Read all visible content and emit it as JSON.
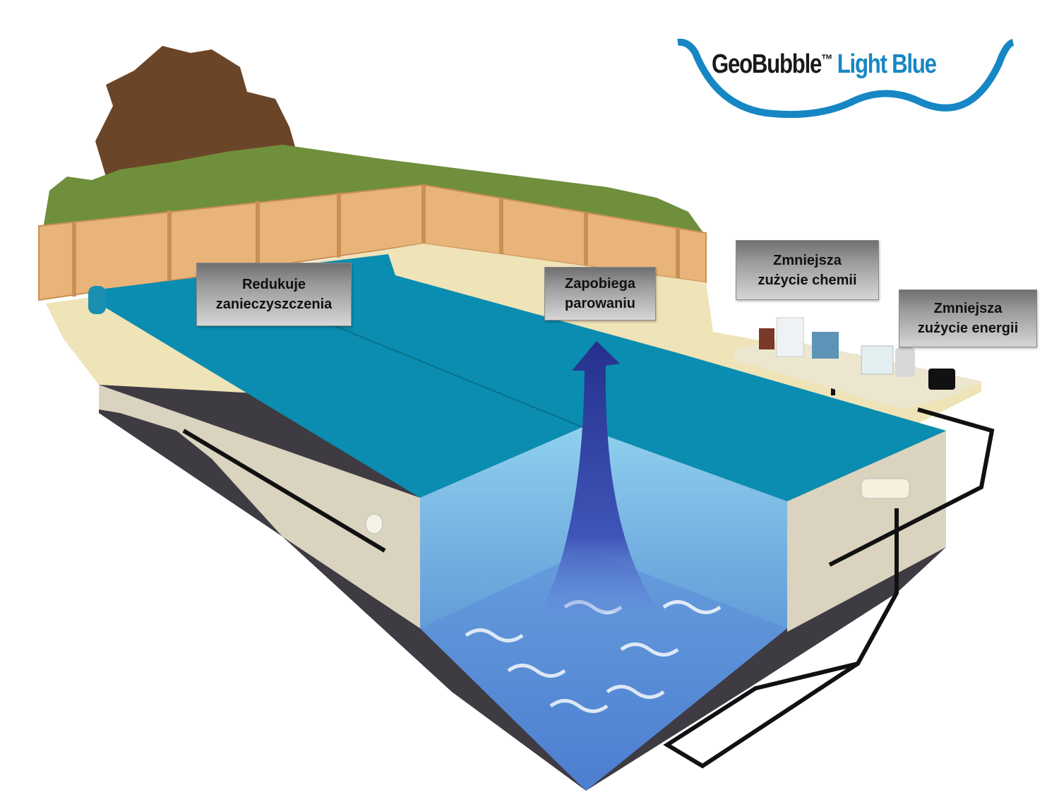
{
  "logo": {
    "brand": "GeoBubble",
    "trademark": "™",
    "product": "Light Blue"
  },
  "labels": {
    "debris": [
      "Redukuje",
      "zanieczyszczenia"
    ],
    "evaporation": [
      "Zapobiega",
      "parowaniu"
    ],
    "chemicals": [
      "Zmniejsza",
      "zużycie chemii"
    ],
    "energy": [
      "Zmniejsza",
      "zużycie energii"
    ]
  },
  "colors": {
    "cover": "#0a8db0",
    "logo_blue": "#1687c4",
    "arrow": "#2b3a9a",
    "hedge": "#6f8f3a",
    "fence": "#e8b47a",
    "deck": "#efe3b8",
    "wall": "#d9d3bf",
    "underside": "#3e3b42"
  }
}
